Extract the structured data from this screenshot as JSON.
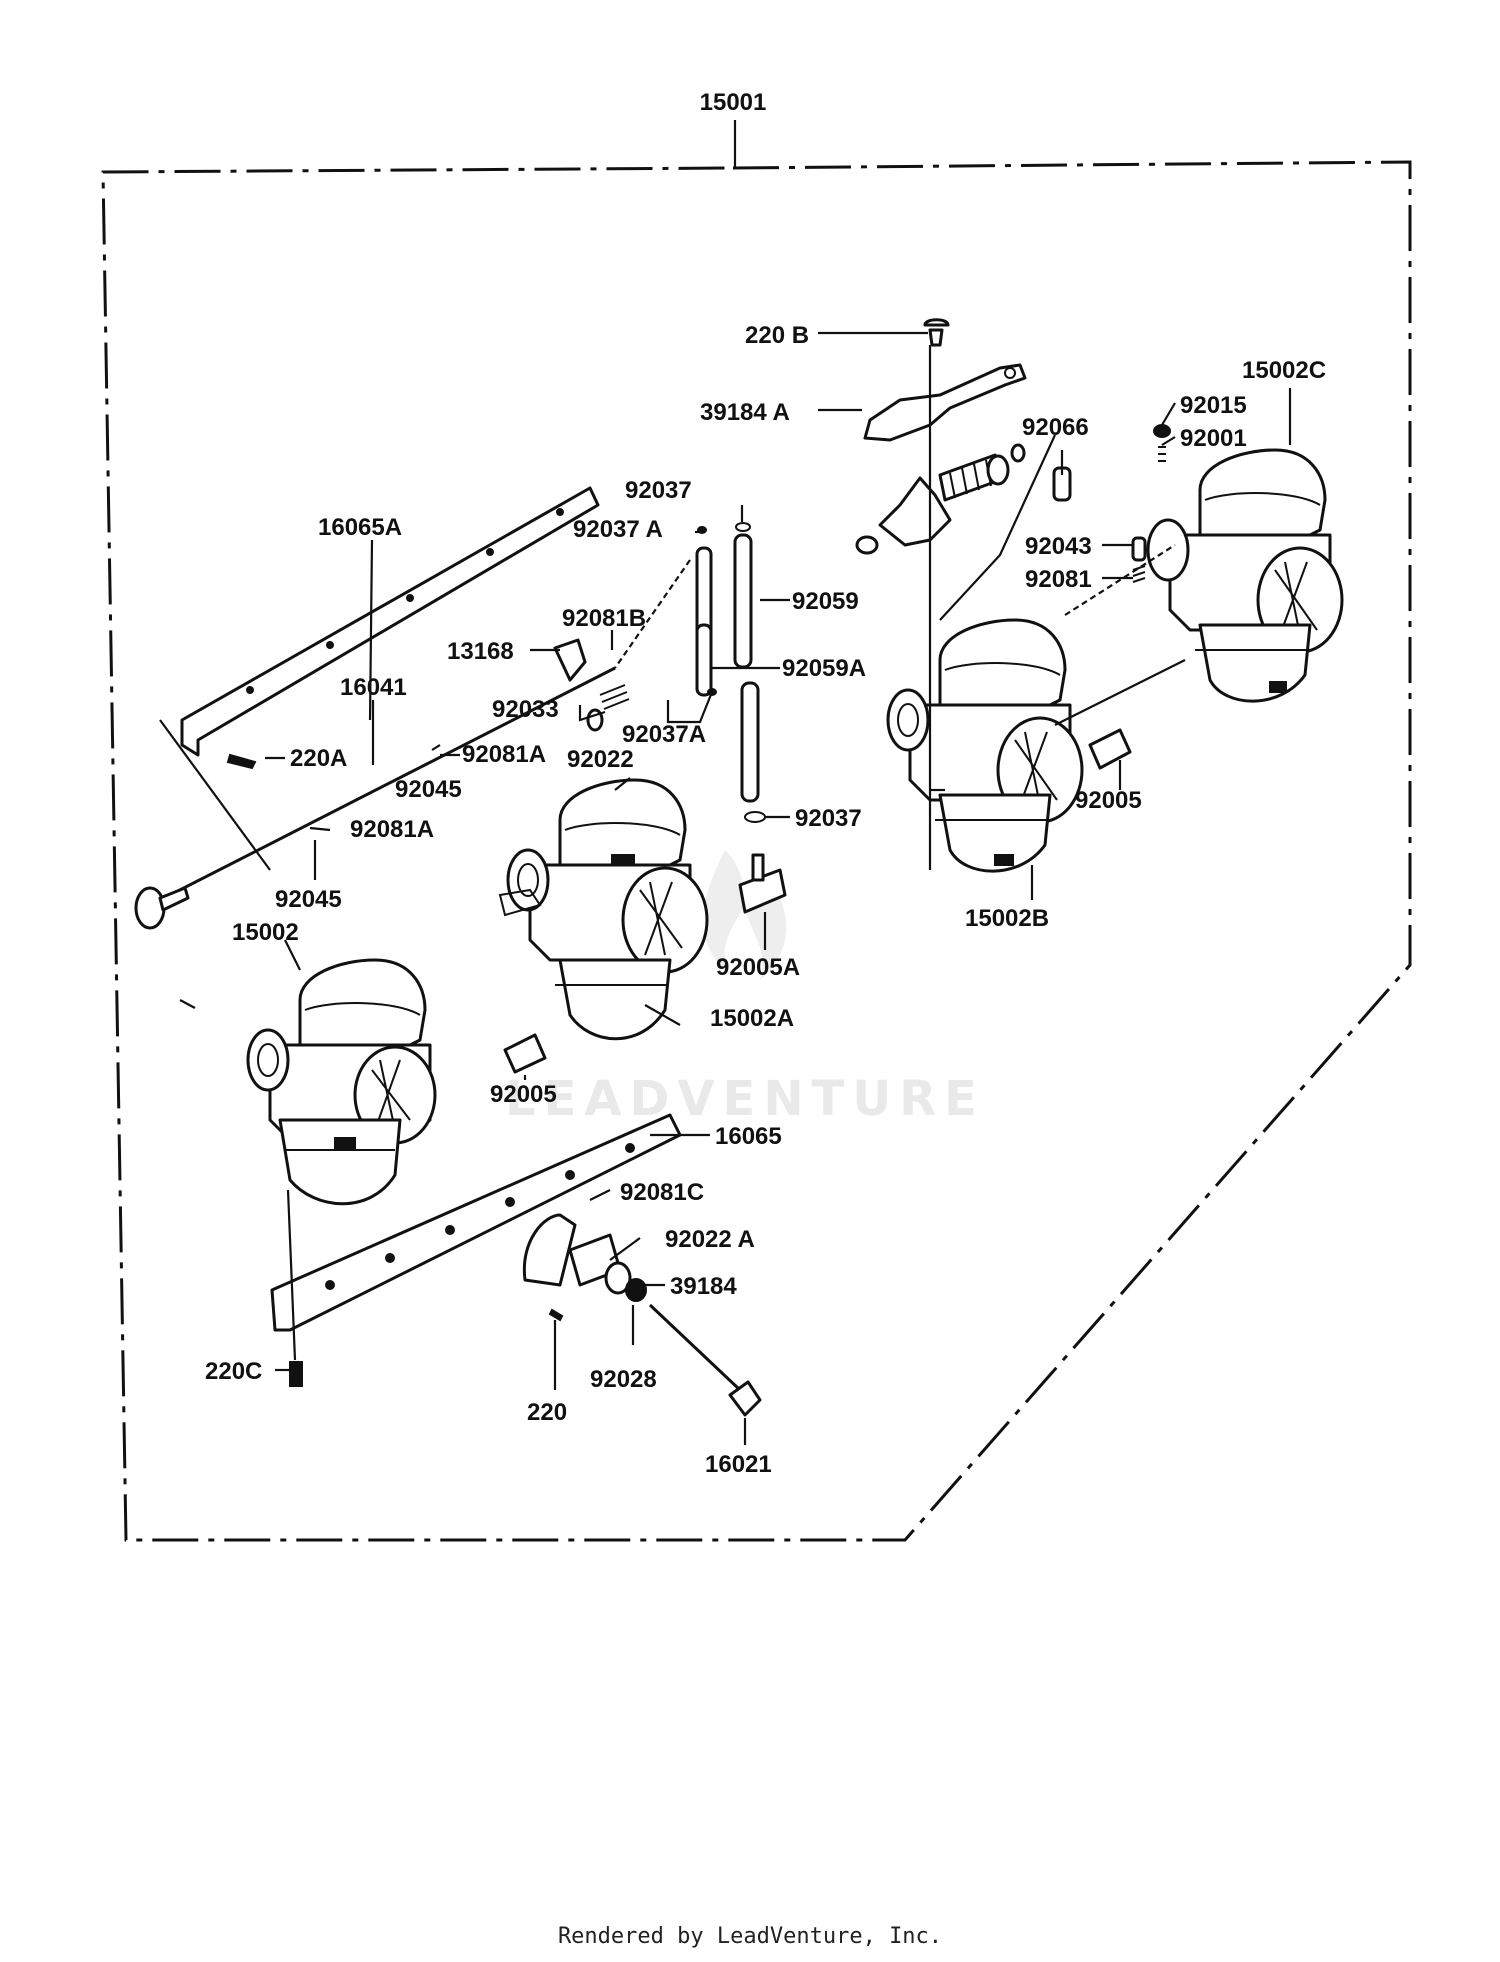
{
  "watermark": "LEADVENTURE",
  "footer": "Rendered by LeadVenture, Inc.",
  "callouts": {
    "assy": "15001",
    "c220B": "220 B",
    "c39184A": "39184 A",
    "c92066": "92066",
    "c15002C": "15002C",
    "c92015": "92015",
    "c92001": "92001",
    "c92043": "92043",
    "c92081": "92081",
    "c16065A": "16065A",
    "c92037_top": "92037",
    "c92037A_top": "92037 A",
    "c92059": "92059",
    "c92059A": "92059A",
    "c92037A_mid": "92037A",
    "c92037_bottom": "92037",
    "c92081B": "92081B",
    "c13168": "13168",
    "c16041": "16041",
    "c92033": "92033",
    "c92081A_1": "92081A",
    "c92022": "92022",
    "c220A": "220A",
    "c92045_1": "92045",
    "c92081A_2": "92081A",
    "c92045_2": "92045",
    "c15002": "15002",
    "c92005_right": "92005",
    "c15002B": "15002B",
    "c92005A": "92005A",
    "c15002A": "15002A",
    "c92005_mid": "92005",
    "c16065": "16065",
    "c92081C": "92081C",
    "c92022A": "92022 A",
    "c39184": "39184",
    "c220C": "220C",
    "c220": "220",
    "c92028": "92028",
    "c16021": "16021"
  }
}
